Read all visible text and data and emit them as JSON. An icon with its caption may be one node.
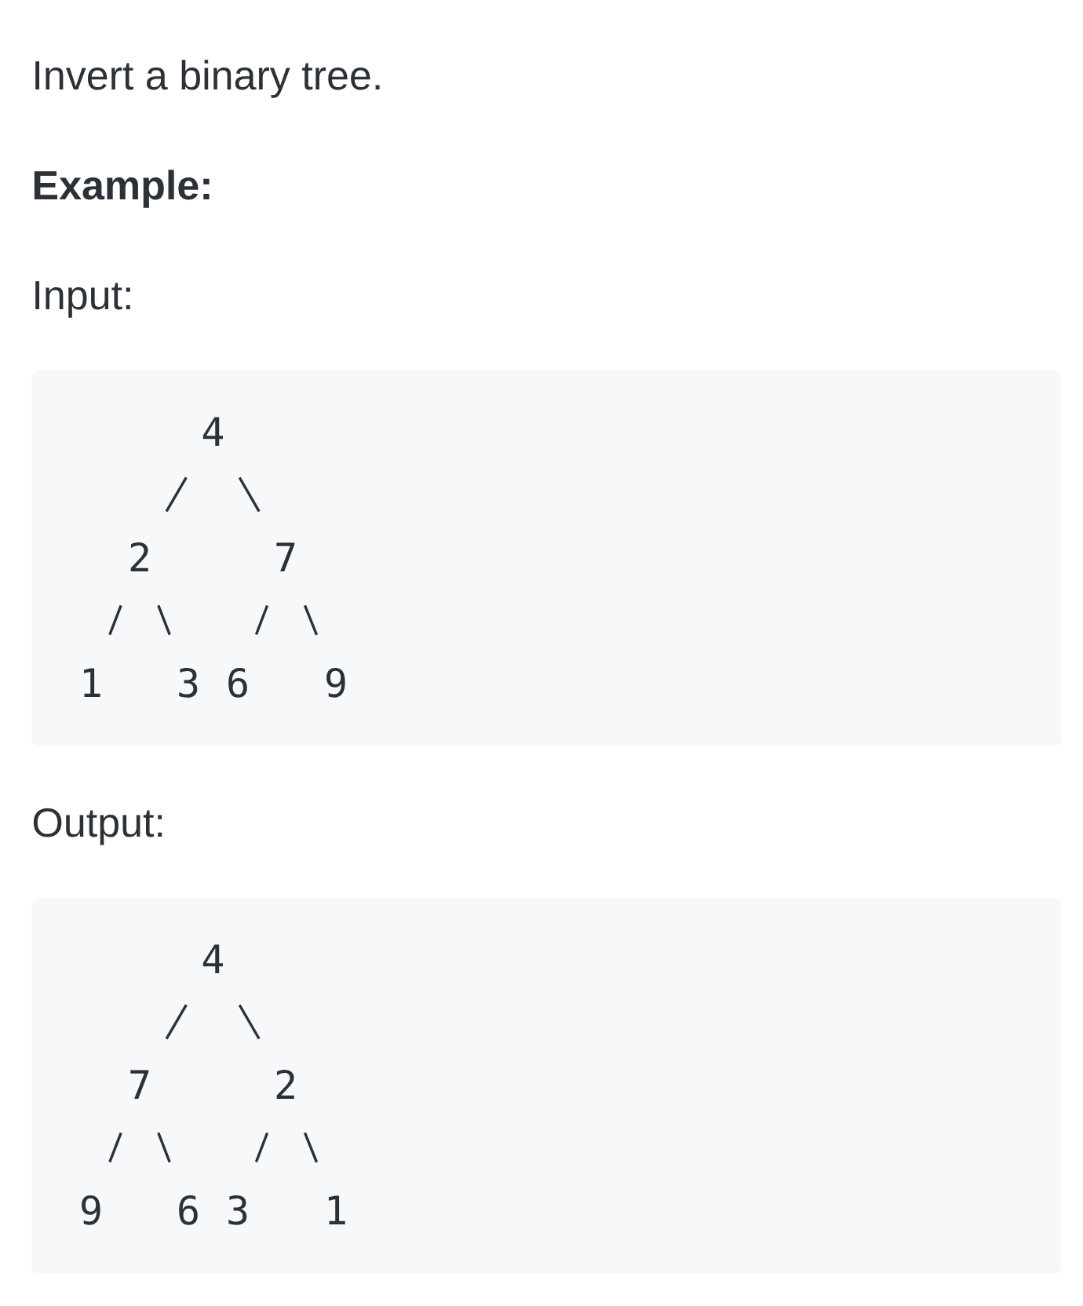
{
  "diagram": {
    "title": "Invert a binary tree.",
    "nodes": [
      {
        "text": [
          "Input:"
        ]
      },
      {
        "text": [
          "4"
        ],
        "in": 0
      },
      {
        "text": [
          "2"
        ],
        "in": 0
      },
      {
        "text": [
          "7"
        ],
        "in": 0
      },
      {
        "text": [
          "1"
        ],
        "in": 0
      },
      {
        "text": [
          "3"
        ],
        "in": 0
      },
      {
        "text": [
          "6"
        ],
        "in": 0
      },
      {
        "text": [
          "9"
        ],
        "in": 0
      },
      {
        "text": [
          "Output:"
        ]
      },
      {
        "text": [
          "4"
        ],
        "in": 8
      },
      {
        "text": [
          "7"
        ],
        "in": 8
      },
      {
        "text": [
          "2"
        ],
        "in": 8
      },
      {
        "text": [
          "9"
        ],
        "in": 8
      },
      {
        "text": [
          "6"
        ],
        "in": 8
      },
      {
        "text": [
          "3"
        ],
        "in": 8
      },
      {
        "text": [
          "1"
        ],
        "in": 8
      }
    ],
    "edges": [
      {
        "from": 1,
        "to": 2,
        "arrow": "none"
      },
      {
        "from": 1,
        "to": 3,
        "arrow": "none"
      },
      {
        "from": 2,
        "to": 4,
        "arrow": "none"
      },
      {
        "from": 2,
        "to": 5,
        "arrow": "none"
      },
      {
        "from": 3,
        "to": 6,
        "arrow": "none"
      },
      {
        "from": 3,
        "to": 7,
        "arrow": "none"
      },
      {
        "from": 9,
        "to": 10,
        "arrow": "none"
      },
      {
        "from": 9,
        "to": 11,
        "arrow": "none"
      },
      {
        "from": 10,
        "to": 12,
        "arrow": "none"
      },
      {
        "from": 10,
        "to": 13,
        "arrow": "none"
      },
      {
        "from": 11,
        "to": 14,
        "arrow": "none"
      },
      {
        "from": 11,
        "to": 15,
        "arrow": "none"
      }
    ],
    "labels": [
      "Example:"
    ]
  }
}
